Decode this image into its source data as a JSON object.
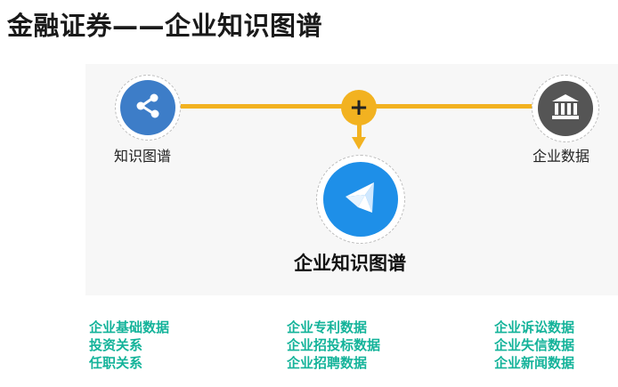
{
  "title": "金融证券——企业知识图谱",
  "nodes": {
    "left_label": "知识图谱",
    "right_label": "企业数据",
    "center_label": "企业知识图谱",
    "plus_symbol": "+"
  },
  "lists": [
    [
      "企业基础数据",
      "投资关系",
      "任职关系"
    ],
    [
      "企业专利数据",
      "企业招投标数据",
      "企业招聘数据"
    ],
    [
      "企业诉讼数据",
      "企业失信数据",
      "企业新闻数据"
    ]
  ],
  "colors": {
    "connector": "#f2b220",
    "left_node": "#3d7dc8",
    "right_node": "#555555",
    "center_node": "#1e8fe8",
    "list_text": "#14b39a"
  },
  "icons": {
    "left": "share-icon",
    "right": "bank-icon",
    "center": "brand-logo-icon"
  }
}
